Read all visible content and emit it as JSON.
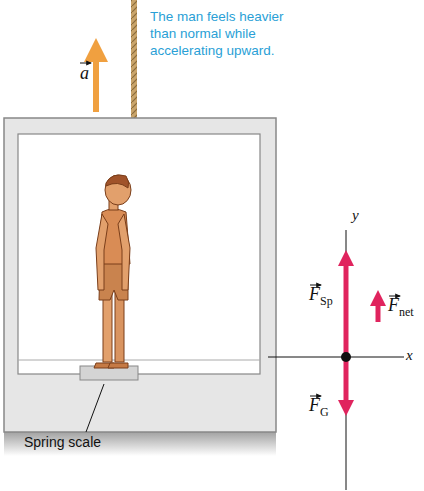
{
  "diagram": {
    "labels": [
      "a",
      "The man feels heavier than normal while accelerating upward.",
      "Spring scale",
      "y",
      "x",
      "F",
      "Sp",
      "F",
      "net",
      "F",
      "G"
    ]
  }
}
